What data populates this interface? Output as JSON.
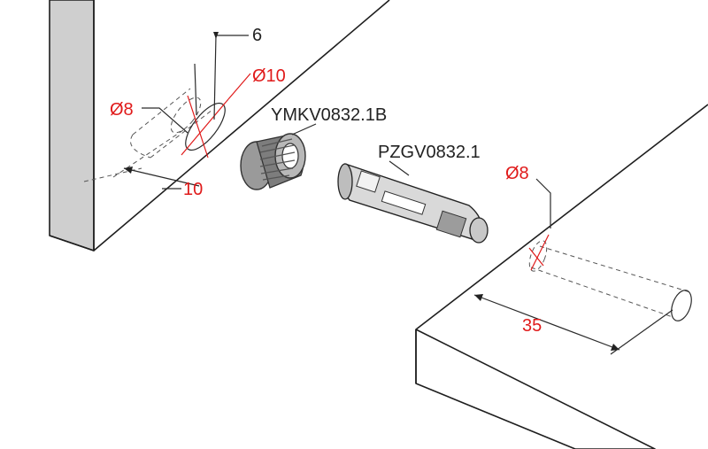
{
  "labels": {
    "panel_thickness": "6",
    "bore_large": "Ø10",
    "bore_small_left": "Ø8",
    "edge_distance": "10",
    "housing_part": "YMKV0832.1B",
    "dowel_part": "PZGV0832.1",
    "bore_small_right": "Ø8",
    "bore_depth": "35"
  },
  "colors": {
    "dimension_red": "#e01a1a",
    "outline": "#1e1e1e",
    "panel_face": "#ffffff",
    "panel_side": "#d4d4d4",
    "panel_end": "#b8b8b8"
  }
}
